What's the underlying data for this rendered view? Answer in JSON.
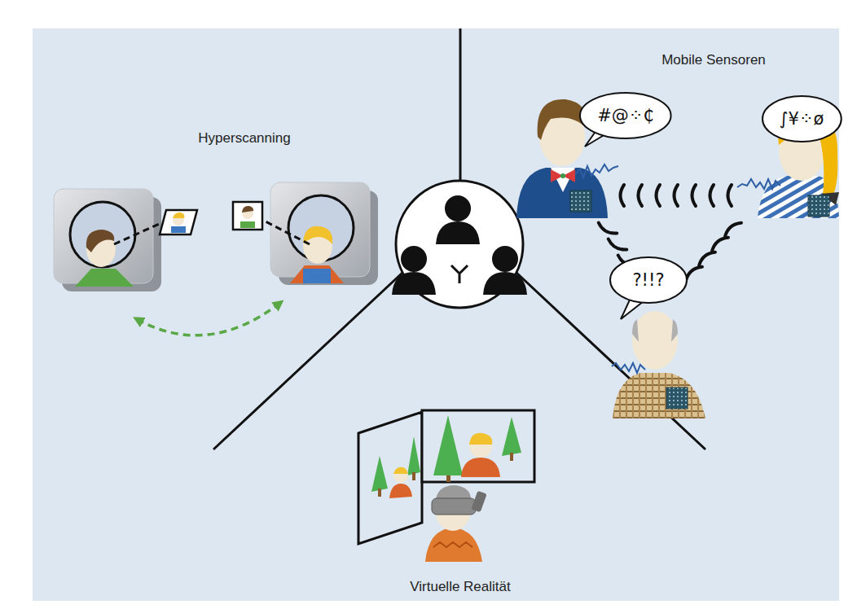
{
  "diagram": {
    "nodes": [
      {
        "text": [
          "#@⁘₵"
        ]
      },
      {
        "text": [
          "∫¥⁘ø"
        ]
      },
      {
        "text": [
          "?!!?"
        ]
      }
    ],
    "labels": [
      "Hyperscanning",
      "Mobile Sensoren",
      "Virtuelle Realität"
    ]
  }
}
